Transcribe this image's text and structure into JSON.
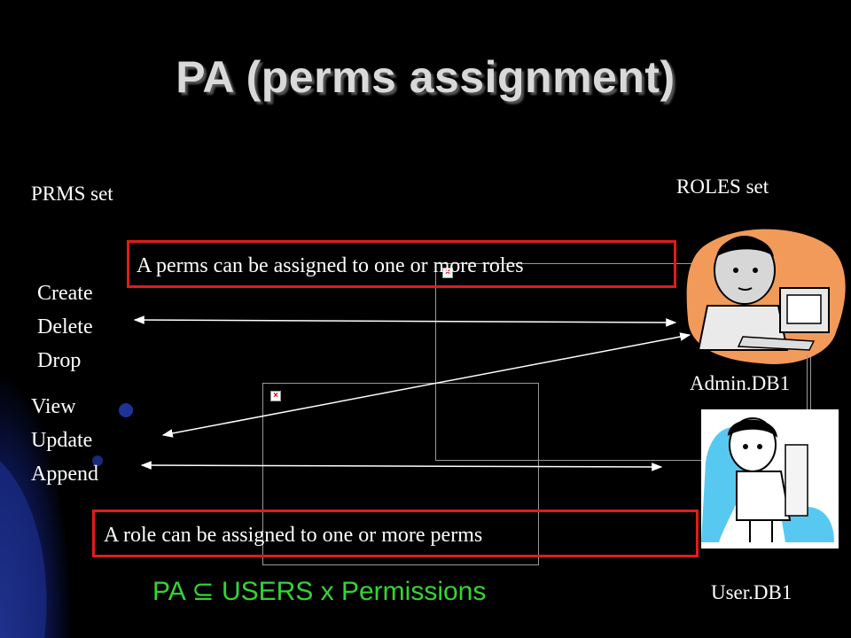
{
  "title": "PA (perms assignment)",
  "prms_label": "PRMS set",
  "roles_label": "ROLES set",
  "perms_group1": [
    "Create",
    "Delete",
    "Drop"
  ],
  "perms_group2": [
    "View",
    "Update",
    "Append"
  ],
  "box_top_text": "A perms can be assigned to one or more roles",
  "box_bottom_text": "A role can be assigned to one or more perms",
  "role_admin": "Admin.DB1",
  "role_user": "User.DB1",
  "formula": "PA ⊆ USERS x Permissions",
  "colors": {
    "background": "#000000",
    "accent_box": "#e21b1b",
    "formula": "#33d633",
    "title": "#d9d9d9"
  },
  "broken_image_icon": "×"
}
